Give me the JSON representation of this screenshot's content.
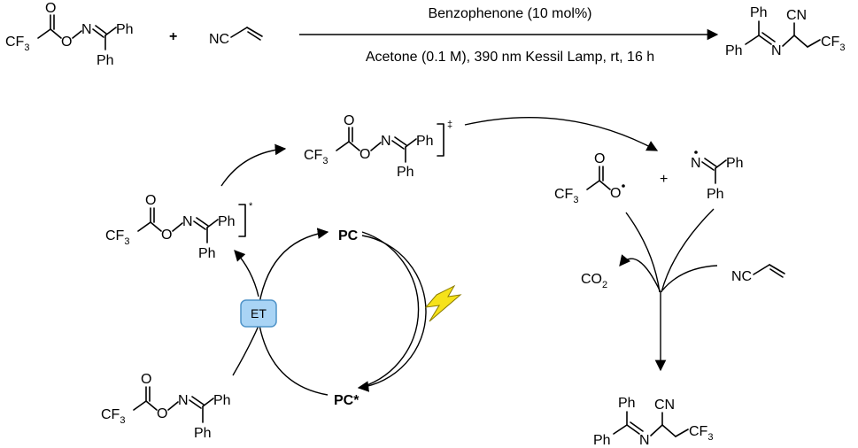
{
  "reaction": {
    "reagent": "Benzophenone (10 mol%)",
    "conditions": "Acetone (0.1 M), 390 nm Kessil Lamp, rt, 16 h",
    "plus": "+"
  },
  "atoms": {
    "o": "O",
    "n": "N",
    "ph": "Ph",
    "cf": "CF",
    "three": "3",
    "nc": "NC",
    "cn": "CN",
    "co": "CO",
    "two": "2"
  },
  "cycle": {
    "pc": "PC",
    "pc_excited": "PC*",
    "et_label": "ET",
    "excited_mark": "*",
    "ts_mark": "‡"
  },
  "colors": {
    "et_fill": "#a9d4f5",
    "et_stroke": "#4f93c8",
    "bolt_fill": "#f6e21a",
    "bolt_stroke": "#8a7b00"
  }
}
